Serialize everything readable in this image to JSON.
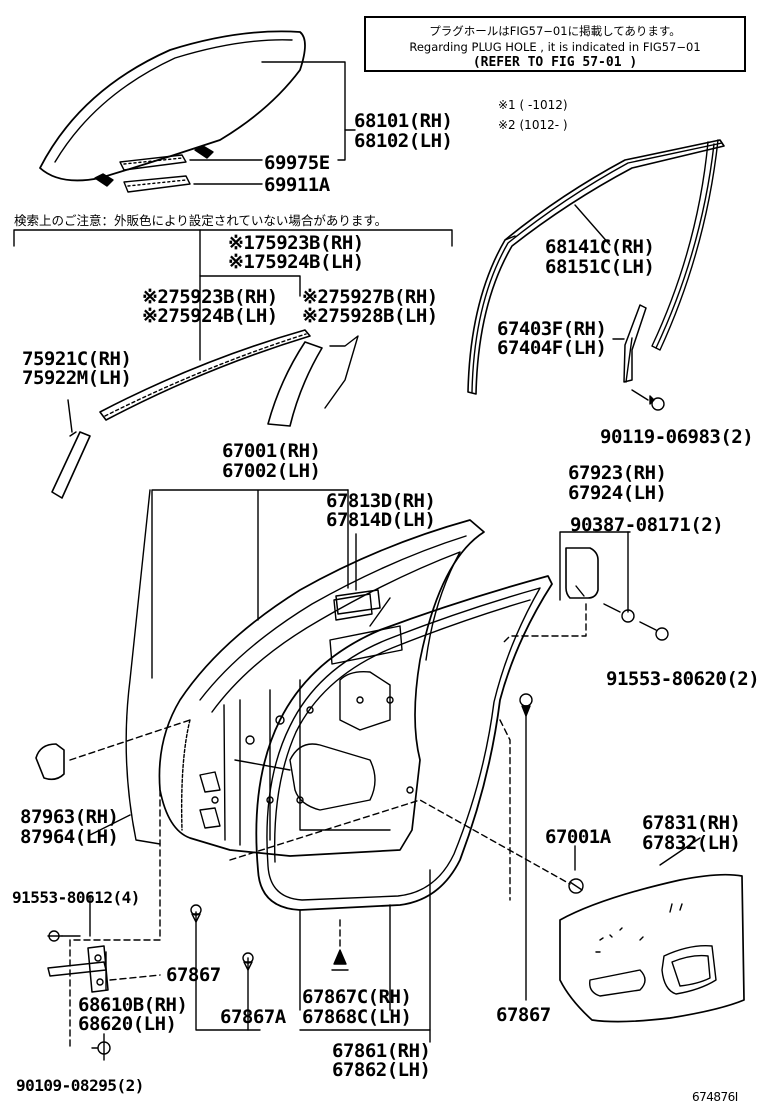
{
  "notice_box": {
    "line1": "プラグホールはFIG57−01に掲載してあります。",
    "line2": "Regarding  PLUG HOLE , it is indicated in FIG57−01",
    "line3": "(REFER TO FIG   57-01  )"
  },
  "legend": {
    "mark1": "※1 (      -1012)",
    "mark2": "※2 (1012-      )"
  },
  "search_note": "検索上のご注意：外販色により設定されていない場合があります。",
  "labels": {
    "p68101": "68101(RH)",
    "p68102": "68102(LH)",
    "p69975E": "69975E",
    "p69911A": "69911A",
    "p75923B_1": "※175923B(RH)",
    "p75924B_1": "※175924B(LH)",
    "p75923B_2": "※275923B(RH)",
    "p75924B_2": "※275924B(LH)",
    "p75927B": "※275927B(RH)",
    "p75928B": "※275928B(LH)",
    "p75921C": "75921C(RH)",
    "p75922M": "75922M(LH)",
    "p68141C": "68141C(RH)",
    "p68151C": "68151C(LH)",
    "p67403F": "67403F(RH)",
    "p67404F": "67404F(LH)",
    "p90119": "90119-06983(2)",
    "p67001": "67001(RH)",
    "p67002": "67002(LH)",
    "p67813D": "67813D(RH)",
    "p67814D": "67814D(LH)",
    "p67923": "67923(RH)",
    "p67924": "67924(LH)",
    "p90387": "90387-08171(2)",
    "p91553_80620": "91553-80620(2)",
    "p87963": "87963(RH)",
    "p87964": "87964(LH)",
    "p67001A": "67001A",
    "p67831": "67831(RH)",
    "p67832": "67832(LH)",
    "p91553_80612": "91553-80612(4)",
    "p67867_a": "67867",
    "p68610B": "68610B(RH)",
    "p68620": "68620(LH)",
    "p67867A": "67867A",
    "p67867C": "67867C(RH)",
    "p67868C": "67868C(LH)",
    "p67867_b": "67867",
    "p67861": "67861(RH)",
    "p67862": "67862(LH)",
    "p90109": "90109-08295(2)",
    "figure_id": "674876I"
  }
}
